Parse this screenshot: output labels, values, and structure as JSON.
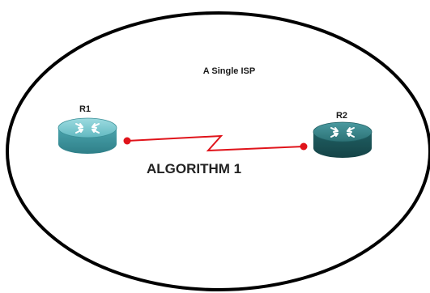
{
  "diagram": {
    "boundary_label": "A Single ISP",
    "link_label": "ALGORITHM 1",
    "routers": [
      {
        "name": "R1",
        "icon": "router-icon",
        "color": "#5fb8c0"
      },
      {
        "name": "R2",
        "icon": "router-icon",
        "color": "#2a6e70"
      }
    ],
    "link": {
      "type": "serial",
      "color": "#e0141b",
      "endpoint_color": "#e0141b"
    },
    "boundary_color": "#000000"
  }
}
